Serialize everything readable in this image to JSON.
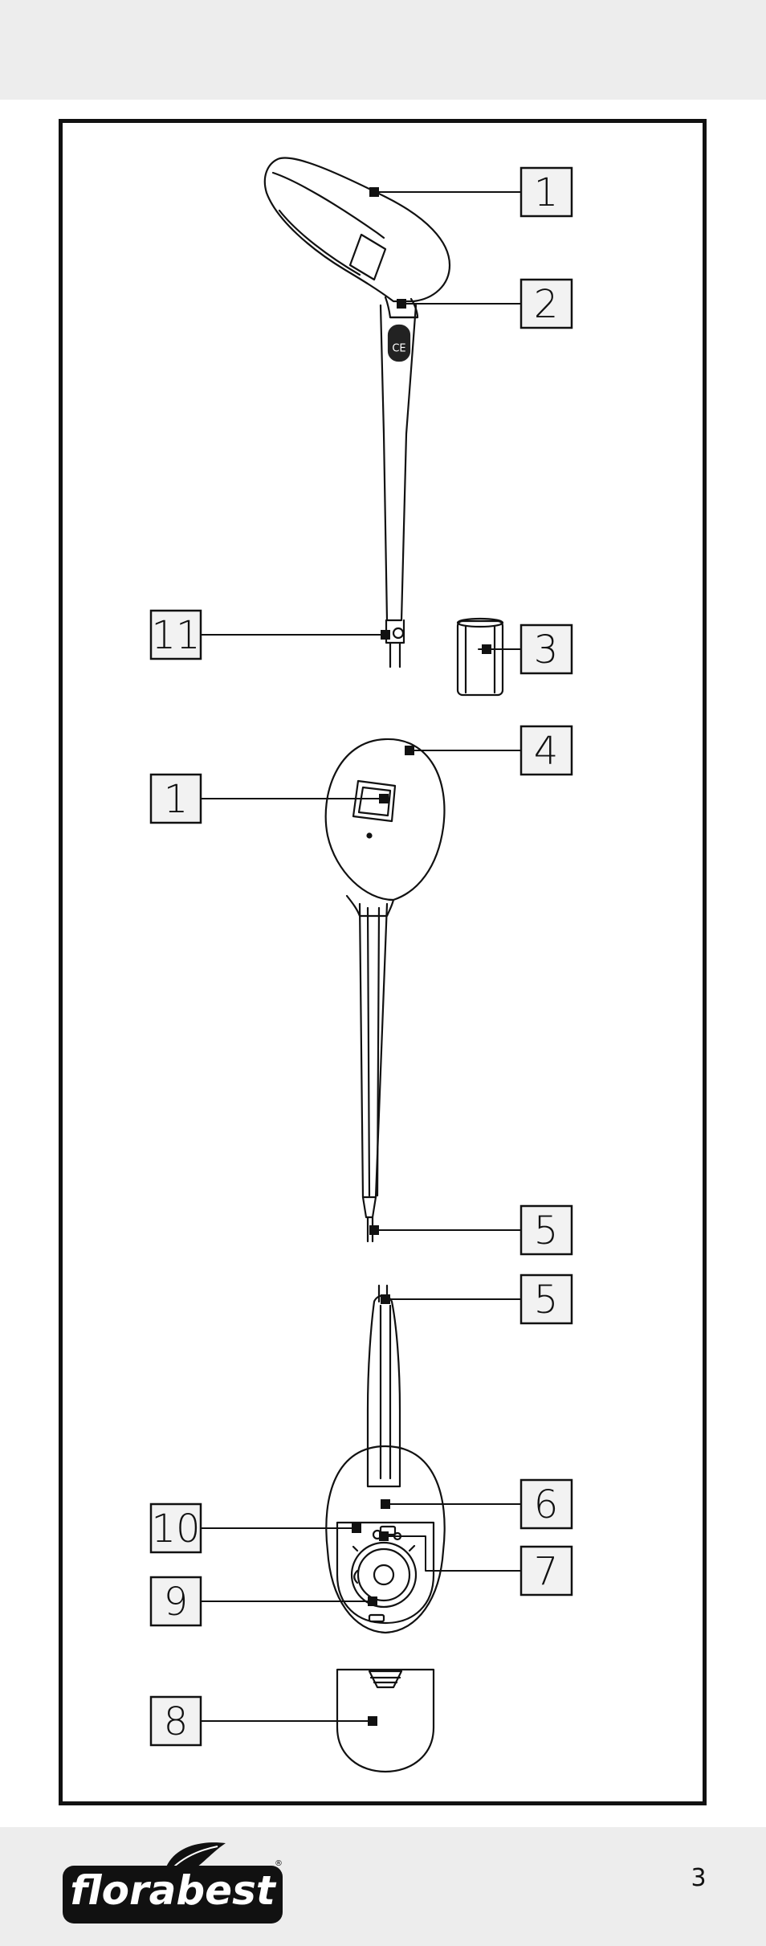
{
  "labels": [
    "1",
    "2",
    "3",
    "4",
    "5",
    "6",
    "7",
    "8",
    "9",
    "10",
    "11"
  ],
  "logo_text": "florabest",
  "logo_mark": "®",
  "page_number": "3",
  "ce_mark": "CE"
}
